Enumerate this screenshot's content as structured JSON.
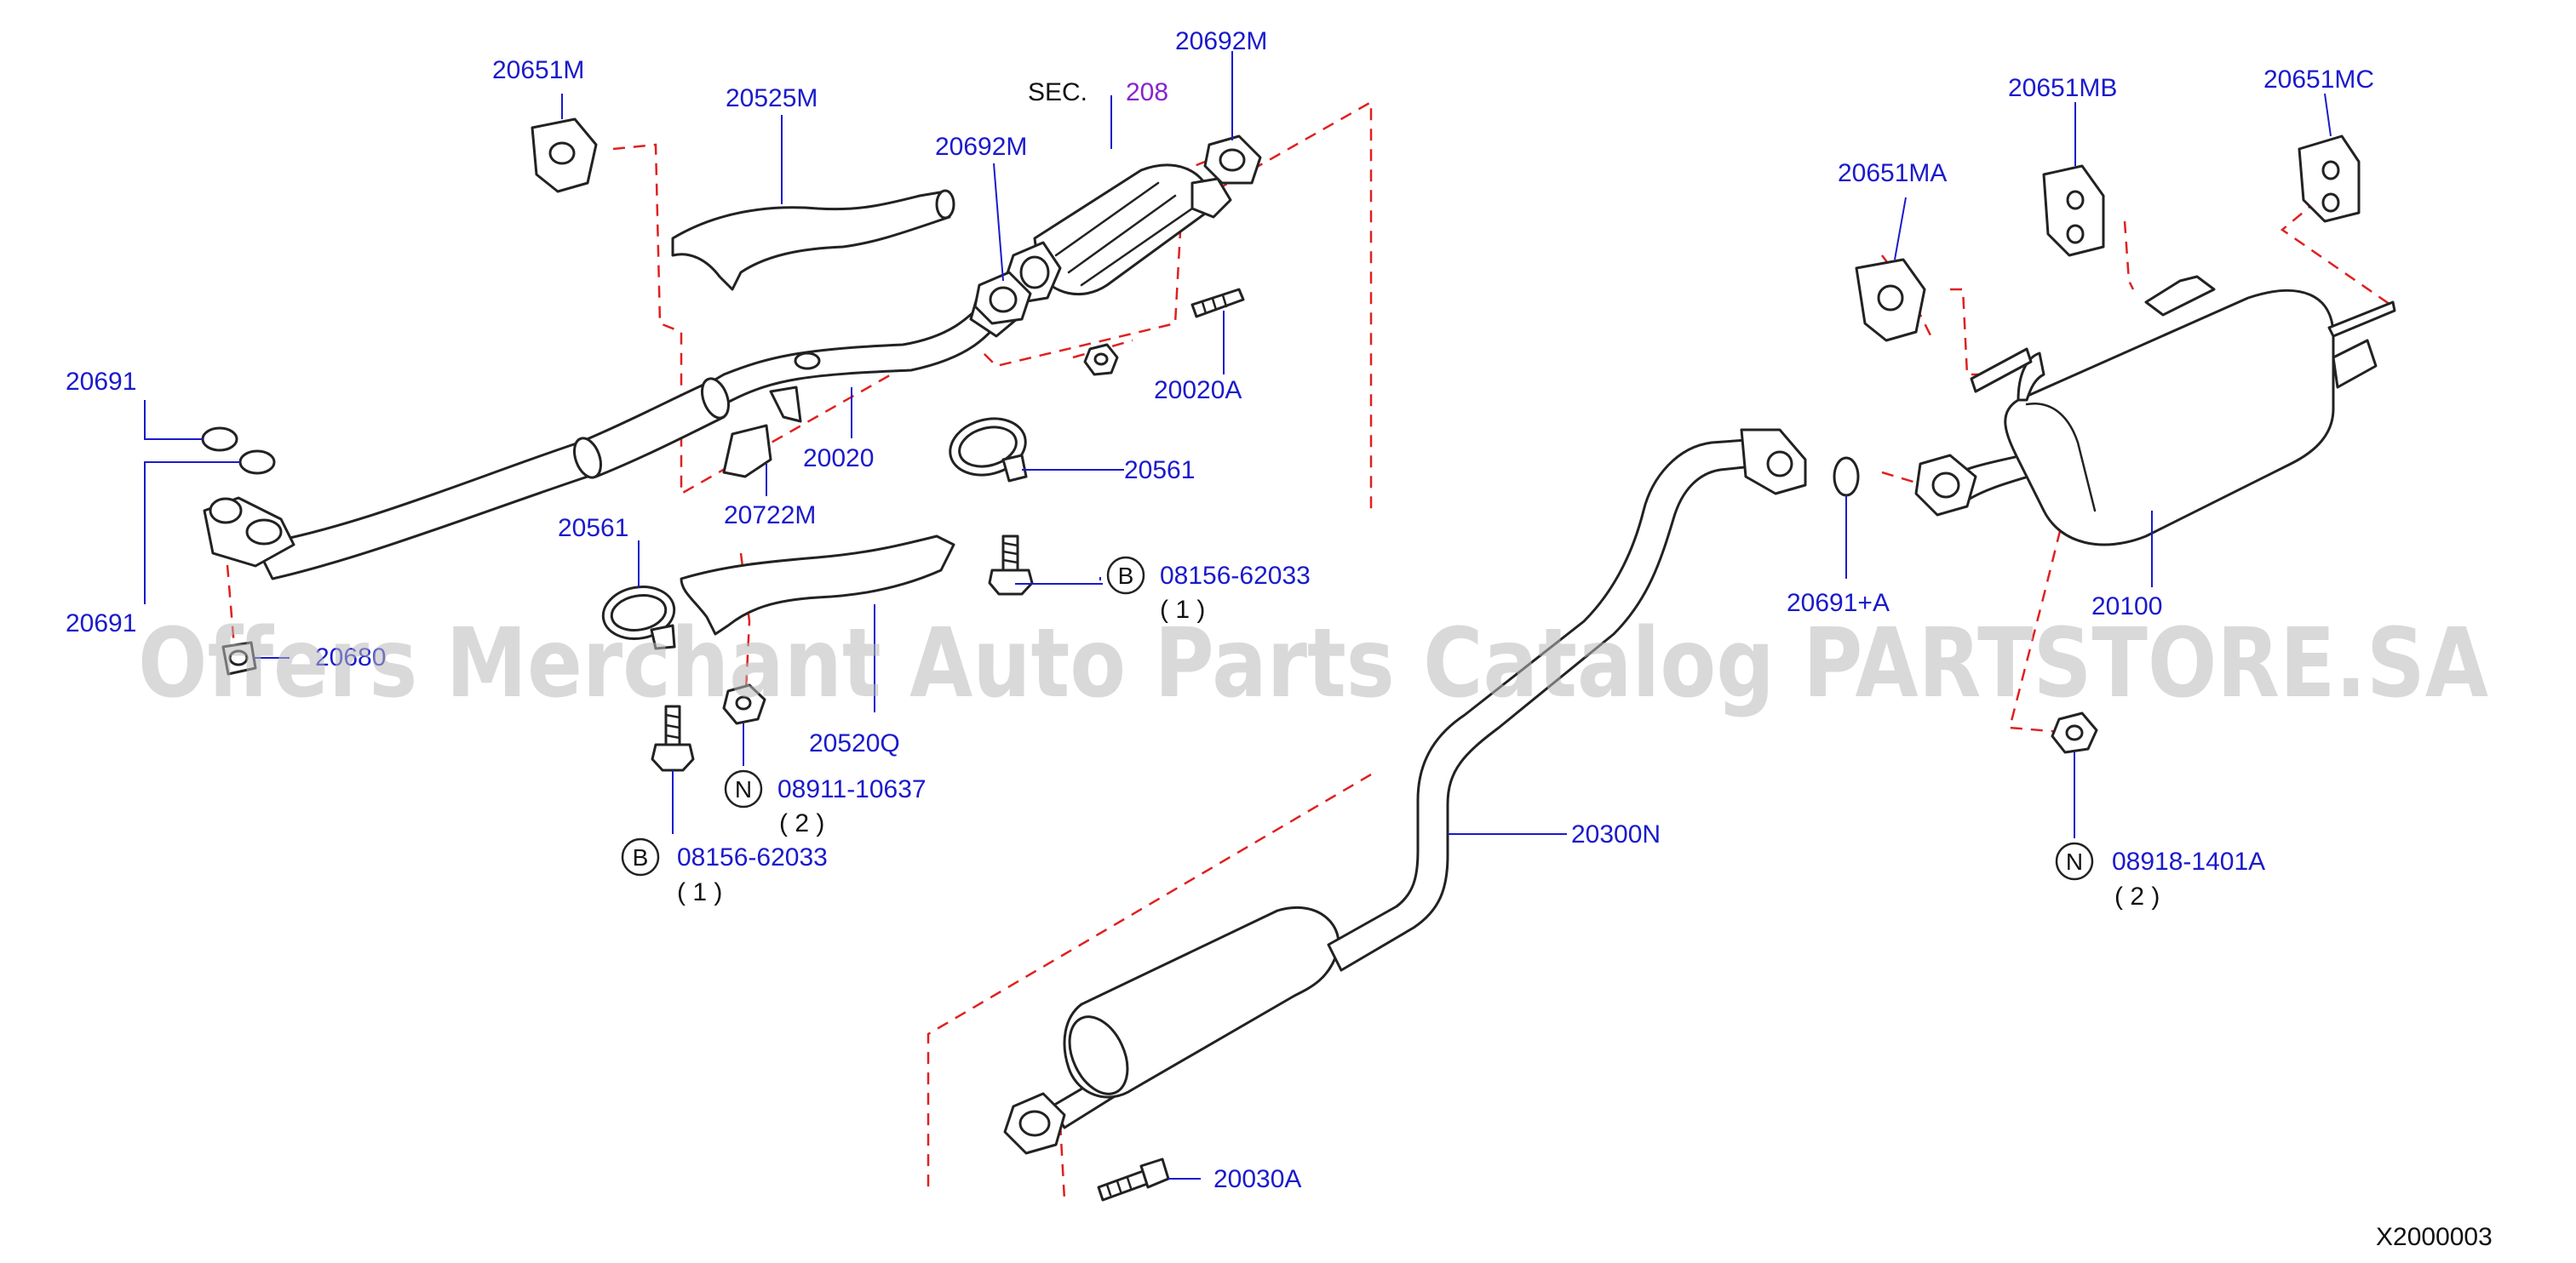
{
  "diagram": {
    "sheet_code": "X2000003",
    "watermark": "Offers Merchant Auto Parts Catalog PARTSTORE.SA",
    "sec_ref": {
      "prefix": "SEC.",
      "number": "208"
    },
    "parts": {
      "p20651M": "20651M",
      "p20525M": "20525M",
      "p20692M_top": "20692M",
      "p20692M_mid": "20692M",
      "p20651MB": "20651MB",
      "p20651MC": "20651MC",
      "p20651MA": "20651MA",
      "p20691_a": "20691",
      "p20691_b": "20691",
      "p20020A": "20020A",
      "p20020": "20020",
      "p20561_right": "20561",
      "p20561_left": "20561",
      "p20722M": "20722M",
      "p20691A": "20691+A",
      "p20100": "20100",
      "p20680": "20680",
      "p20520Q": "20520Q",
      "p20300N": "20300N",
      "p20030A": "20030A"
    },
    "fasteners": {
      "bolt_right": {
        "symbol": "B",
        "number": "08156-62033",
        "qty": "( 1 )"
      },
      "bolt_left": {
        "symbol": "B",
        "number": "08156-62033",
        "qty": "( 1 )"
      },
      "nut_mid": {
        "symbol": "N",
        "number": "08911-10637",
        "qty": "( 2 )"
      },
      "nut_right": {
        "symbol": "N",
        "number": "08918-1401A",
        "qty": "( 2 )"
      }
    }
  }
}
